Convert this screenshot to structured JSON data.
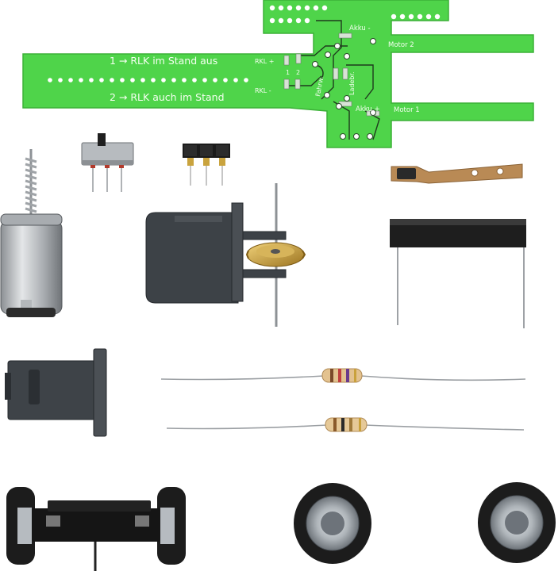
{
  "pcb": {
    "line1": "1 → RLK im Stand aus",
    "line2": "2 → RLK auch im Stand",
    "rkl_plus": "RKL +",
    "rkl_minus": "RKL -",
    "one": "1",
    "two": "2",
    "fahrw": "Fahrw.",
    "ladebr": "Ladebr.",
    "akku_minus": "Akku -",
    "akku_plus": "Akku +",
    "motor2": "Motor 2",
    "motor1": "Motor 1"
  },
  "colors": {
    "pcb_green": "#4fd44a",
    "pcb_text": "#f4fff0",
    "plastic_gray": "#3d4247",
    "brass": "#c9a03a",
    "copper": "#b98a55",
    "tire": "#1c1c1c"
  },
  "parts": [
    "circuit-board",
    "slide-switch",
    "pin-header",
    "contact-spring",
    "motor",
    "gearbox",
    "resistor-block",
    "mounting-bracket",
    "resistor-1",
    "resistor-2",
    "axle-assembly",
    "wheel-left",
    "wheel-right"
  ]
}
